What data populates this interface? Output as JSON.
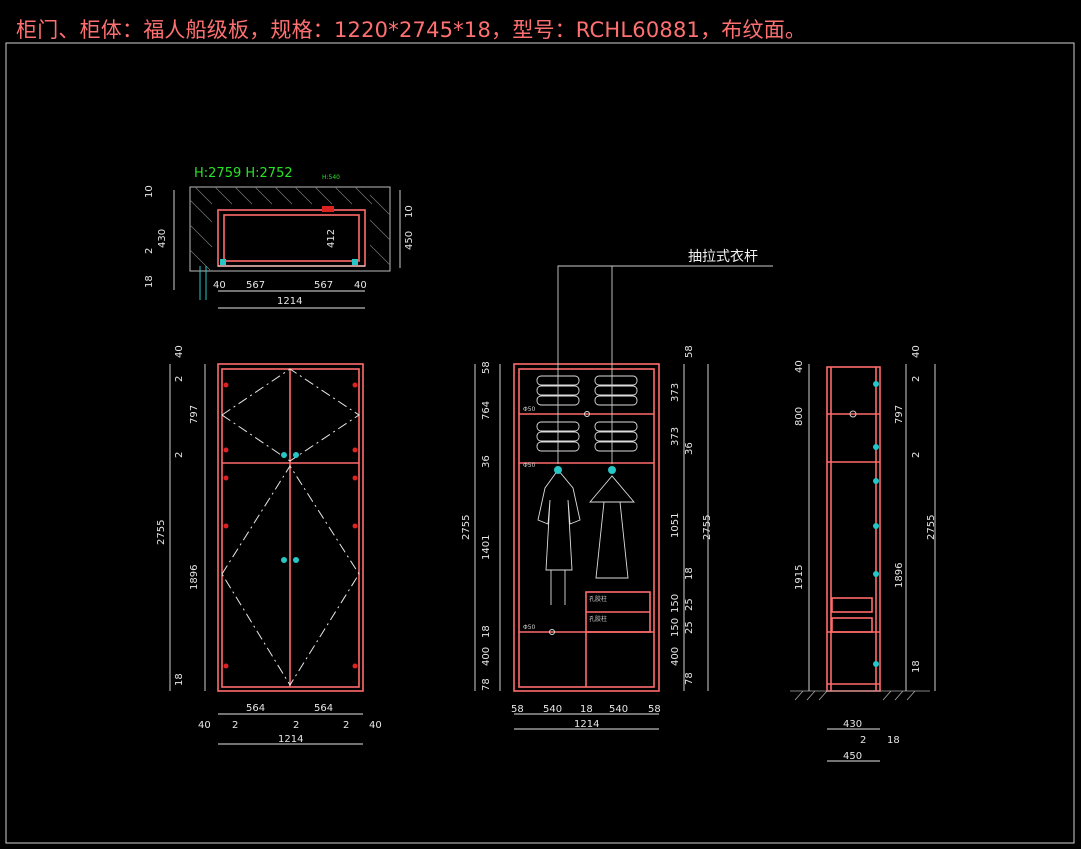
{
  "title": "柜门、柜体：福人船级板，规格：1220*2745*18，型号：RCHL60881，布纹面。",
  "callout": "抽拉式衣杆",
  "top_view": {
    "height_tags": "H:2759 H:2752",
    "small_tag": "H:540",
    "left_dims": [
      "10",
      "430",
      "2",
      "18"
    ],
    "right_dims": [
      "10",
      "450"
    ],
    "inner_dim": "412",
    "bottom_dims": [
      "40",
      "567",
      "567",
      "40"
    ],
    "total": "1214"
  },
  "door_view": {
    "left_dims": [
      "40",
      "2",
      "797",
      "2",
      "2755",
      "1896",
      "18"
    ],
    "bottom_dims": [
      "564",
      "564",
      "40",
      "2",
      "2",
      "2",
      "40"
    ],
    "total": "1214"
  },
  "interior_view": {
    "left_dims": [
      "58",
      "764",
      "36",
      "2755",
      "1401",
      "18",
      "400",
      "78"
    ],
    "right_dims": [
      "58",
      "373",
      "373",
      "36",
      "1051",
      "2755",
      "18",
      "150",
      "150",
      "25",
      "25",
      "400",
      "78"
    ],
    "bottom_dims": [
      "58",
      "540",
      "18",
      "540",
      "58"
    ],
    "total": "1214",
    "drawer_labels": [
      "孔胶柱",
      "孔胶柱"
    ],
    "small_labels": [
      "Φ50",
      "Φ50",
      "Φ50"
    ]
  },
  "side_view": {
    "left_dims": [
      "40",
      "800",
      "1915"
    ],
    "right_dims": [
      "40",
      "2",
      "797",
      "2",
      "2755",
      "1896",
      "18"
    ],
    "bottom_dims": [
      "430",
      "2",
      "18",
      "450"
    ]
  }
}
